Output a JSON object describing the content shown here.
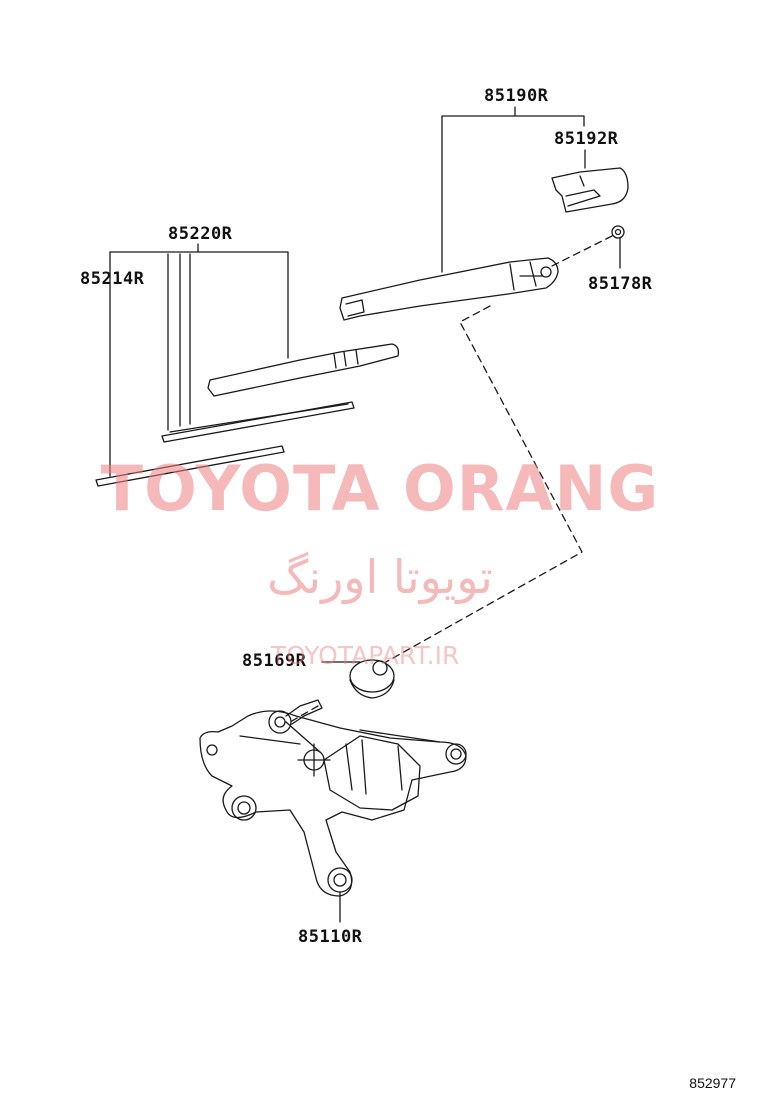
{
  "colors": {
    "line": "#1a1a1a",
    "watermark": "#f08080",
    "background": "#ffffff"
  },
  "watermark": {
    "brand_en": "TOYOTA ORANG",
    "brand_fa": "تویوتا اورنگ",
    "url": "TOYOTAPART.IR"
  },
  "parts": {
    "arm_assembly": "85190R",
    "arm_cover": "85192R",
    "nut": "85178R",
    "blade_assembly": "85220R",
    "blade_rubber": "85214R",
    "pivot_cap": "85169R",
    "motor": "85110R"
  },
  "diagram_id": "852977"
}
